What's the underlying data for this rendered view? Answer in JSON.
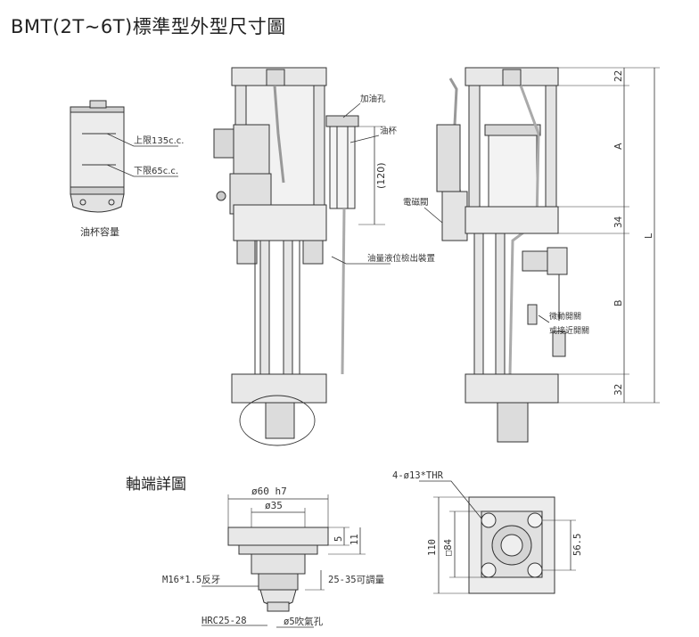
{
  "title": "BMT(2T~6T)標準型外型尺寸圖",
  "cup_view": {
    "upper_limit": "上限135c.c.",
    "lower_limit": "下限65c.c.",
    "caption": "油杯容量"
  },
  "front_view": {
    "oil_port": "加油孔",
    "oil_cup": "油杯",
    "dim_120": "(120)",
    "oil_level_device": "油量液位檢出裝置"
  },
  "side_view": {
    "solenoid_valve": "電磁閥",
    "micro_switch_1": "微動開關",
    "micro_switch_2": "或接近開關",
    "dim_22": "22",
    "dim_A": "A",
    "dim_34": "34",
    "dim_L": "L",
    "dim_B": "B",
    "dim_32": "32"
  },
  "shaft_detail": {
    "subtitle": "軸端詳圖",
    "dia_60": "ø60 h7",
    "dia_35": "ø35",
    "dim_5": "5",
    "dim_11": "11",
    "thread": "M16*1.5反牙",
    "adjust": "25-35可調量",
    "hrc": "HRC25-28",
    "air_hole": "ø5吹氣孔"
  },
  "base_view": {
    "holes": "4-ø13*THR",
    "dim_110": "110",
    "dim_84": "□84",
    "dim_56_5": "56.5"
  }
}
